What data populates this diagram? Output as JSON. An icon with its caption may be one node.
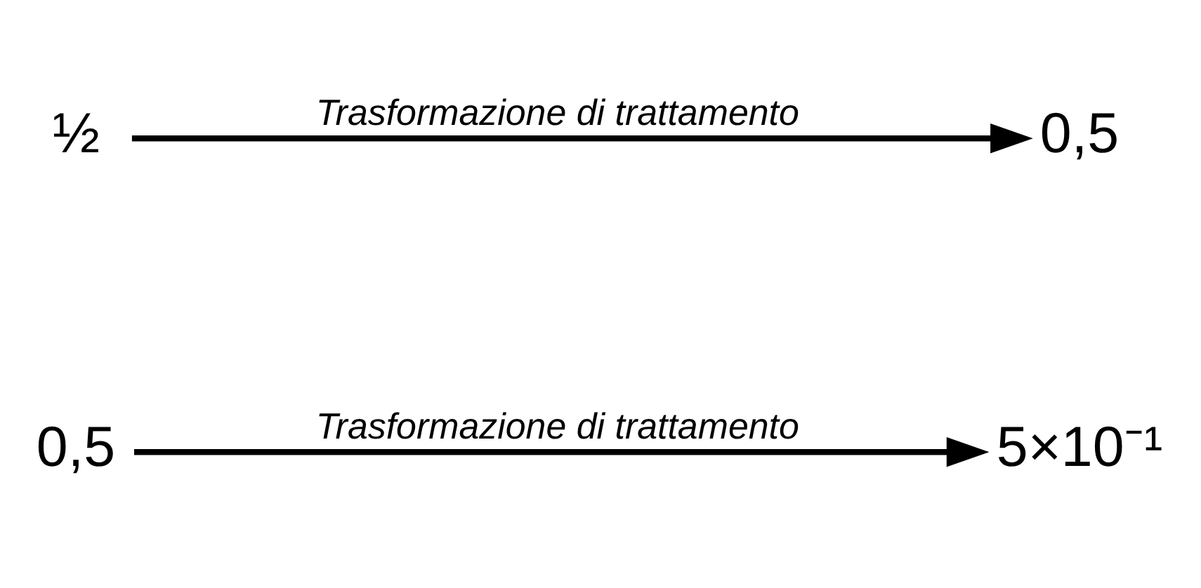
{
  "diagram": {
    "nodes": [
      {
        "text": [
          "½"
        ]
      },
      {
        "text": [
          "0,5"
        ]
      },
      {
        "text": [
          "0,5"
        ]
      },
      {
        "text": [
          "5×10⁻¹"
        ]
      }
    ],
    "edges": [
      {
        "from": 0,
        "to": 1,
        "arrow": "to",
        "label": "Trasformazione di trattamento"
      },
      {
        "from": 2,
        "to": 3,
        "arrow": "to",
        "label": "Trasformazione di trattamento"
      }
    ]
  }
}
